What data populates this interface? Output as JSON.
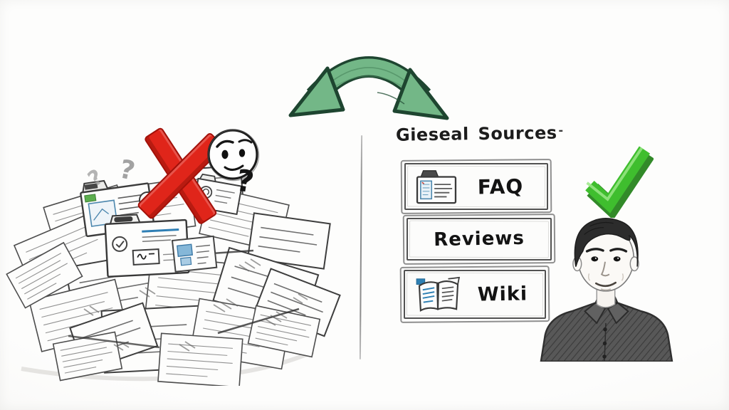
{
  "illustration": {
    "style": "hand-drawn sketch comparing a messy document pile with curated sources",
    "left_scene": {
      "name": "messy-document-pile",
      "question_marks": {
        "faint_a": "?",
        "faint_b": "?",
        "bold": "?"
      }
    },
    "arrow": {
      "type": "curved-double-headed-arrow",
      "fill": "#74b787",
      "outline": "#1e4530"
    },
    "right_scene": {
      "heading": "Gieseal Sources",
      "heading_mark": "-",
      "source_boxes": [
        {
          "label": "FAQ",
          "icon": "folder-document-icon"
        },
        {
          "label": "Reviews",
          "icon": "none"
        },
        {
          "label": "Wiki",
          "icon": "open-book-icon"
        }
      ],
      "portrait": "pencil sketch of young man in collared shirt"
    },
    "colors": {
      "background": "#fbfbfa",
      "red_x": "#e0251a",
      "check_green": "#3cbe2e",
      "arrow_green": "#74b787",
      "divider_gray": "#979797"
    }
  }
}
